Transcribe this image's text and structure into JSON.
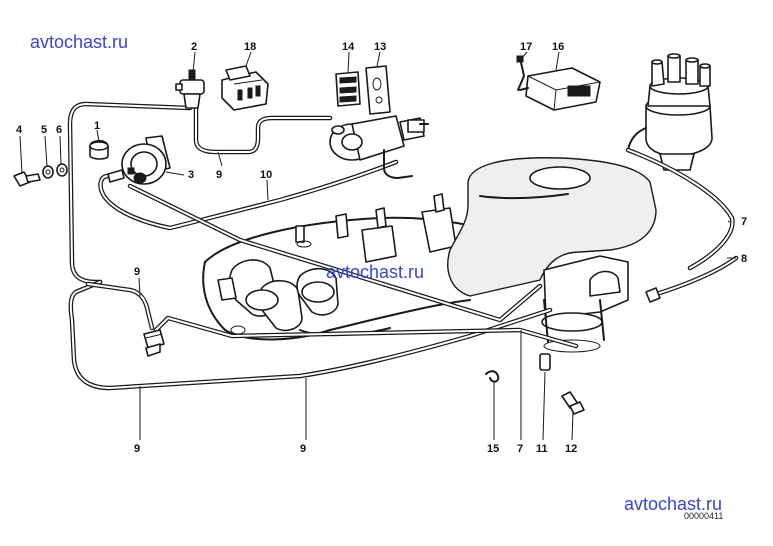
{
  "watermarks": {
    "top_left": "avtochast.ru",
    "center": "avtochast.ru",
    "bottom_right": "avtochast.ru"
  },
  "diagram_code": "00000411",
  "callouts": {
    "c1": "1",
    "c2": "2",
    "c3": "3",
    "c4": "4",
    "c5": "5",
    "c6": "6",
    "c7a": "7",
    "c7b": "7",
    "c8": "8",
    "c9a": "9",
    "c9b": "9",
    "c9c": "9",
    "c9d": "9",
    "c10": "10",
    "c11": "11",
    "c12": "12",
    "c13": "13",
    "c14": "14",
    "c15": "15",
    "c16": "16",
    "c17": "17",
    "c18": "18"
  }
}
